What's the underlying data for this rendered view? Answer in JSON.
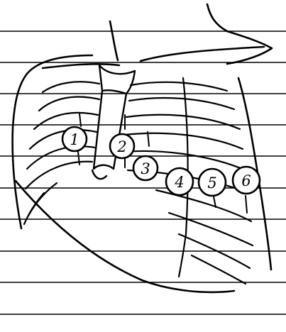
{
  "figure": {
    "kind": "precordial ECG electrode placement sketch on chest outline",
    "background": "#ffffff",
    "ink": "#000000"
  },
  "electrodes": [
    {
      "label": "1"
    },
    {
      "label": "2"
    },
    {
      "label": "3"
    },
    {
      "label": "4"
    },
    {
      "label": "5"
    },
    {
      "label": "6"
    }
  ],
  "ruled_lines": {
    "count": 10
  }
}
